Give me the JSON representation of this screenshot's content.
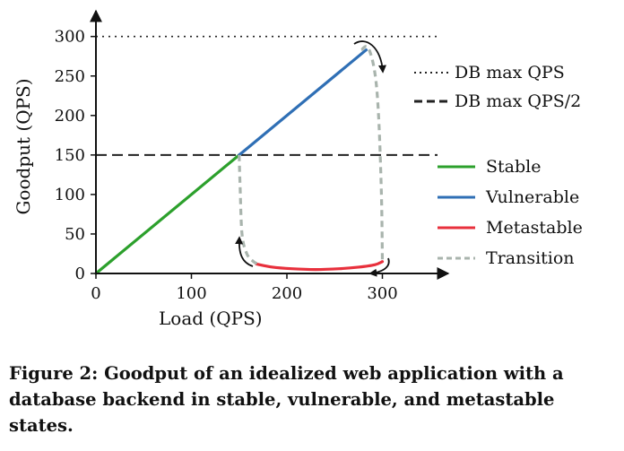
{
  "chart_data": {
    "type": "line",
    "xlabel": "Load (QPS)",
    "ylabel": "Goodput (QPS)",
    "xlim": [
      0,
      360
    ],
    "ylim": [
      0,
      320
    ],
    "xticks": [
      "0",
      "100",
      "200",
      "300"
    ],
    "yticks": [
      "0",
      "50",
      "100",
      "150",
      "200",
      "250",
      "300"
    ],
    "reference_lines": [
      {
        "name": "DB max QPS",
        "y": 300,
        "style": "dotted",
        "color": "#222222"
      },
      {
        "name": "DB max QPS/2",
        "y": 150,
        "style": "dashed",
        "color": "#222222"
      }
    ],
    "series": [
      {
        "name": "Stable",
        "color": "#2ca02c",
        "style": "solid",
        "x": [
          0,
          150
        ],
        "y": [
          0,
          150
        ]
      },
      {
        "name": "Vulnerable",
        "color": "#2f6fb5",
        "style": "solid",
        "x": [
          150,
          283
        ],
        "y": [
          150,
          283
        ]
      },
      {
        "name": "Metastable",
        "color": "#e8303c",
        "style": "solid",
        "x": [
          168,
          185,
          205,
          230,
          255,
          275,
          292,
          300
        ],
        "y": [
          12,
          8,
          6,
          5,
          6,
          8,
          11,
          15
        ]
      },
      {
        "name": "Transition",
        "color": "#a9b4ad",
        "style": "dashed",
        "segments": [
          {
            "x": [
              150,
              151,
              153,
              158,
              165,
              170
            ],
            "y": [
              150,
              110,
              50,
              25,
              15,
              12
            ]
          },
          {
            "x": [
              278,
              285,
              292,
              296,
              299,
              300
            ],
            "y": [
              283,
              286,
              255,
              200,
              100,
              15
            ]
          }
        ]
      }
    ],
    "legend": {
      "placement": "right"
    }
  },
  "caption": "Figure 2: Goodput of an idealized web application with a database backend in stable, vulnerable, and metastable states."
}
